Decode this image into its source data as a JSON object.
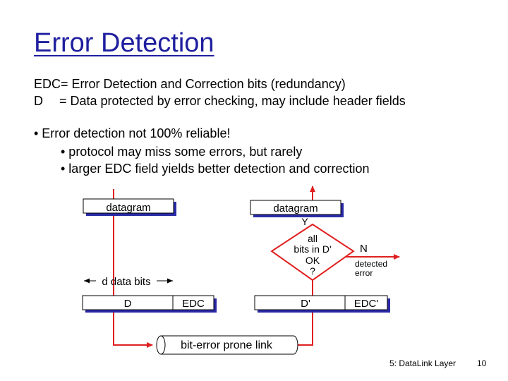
{
  "slide": {
    "title": "Error Detection",
    "definitions": [
      {
        "text": "EDC= Error Detection and Correction bits (redundancy)"
      },
      {
        "symbol": "D",
        "text": "= Data protected by error checking, may include header fields"
      }
    ],
    "bullets": [
      {
        "text": "• Error detection not 100% reliable!"
      },
      {
        "text": "• protocol may miss some errors, but rarely"
      },
      {
        "text": "• larger EDC field yields better detection and correction"
      }
    ],
    "footer": {
      "section": "5: DataLink Layer",
      "page": "10"
    }
  },
  "diagram": {
    "sender_datagram": "datagram",
    "receiver_datagram": "datagram",
    "d_data_bits": "d data bits",
    "d_field": "D",
    "edc_field": "EDC",
    "d_prime_field": "D'",
    "edc_prime_field": "EDC'",
    "link": "bit-error prone link",
    "decision": {
      "line1": "all",
      "line2": "bits in D'",
      "line3": "OK",
      "line4": "?"
    },
    "yes_label": "Y",
    "no_label": "N",
    "detected_line1": "detected",
    "detected_line2": "error",
    "colors": {
      "arrow": "#e02020",
      "box_shadow": "#2a2aa8",
      "title": "#1f1f9f"
    }
  }
}
